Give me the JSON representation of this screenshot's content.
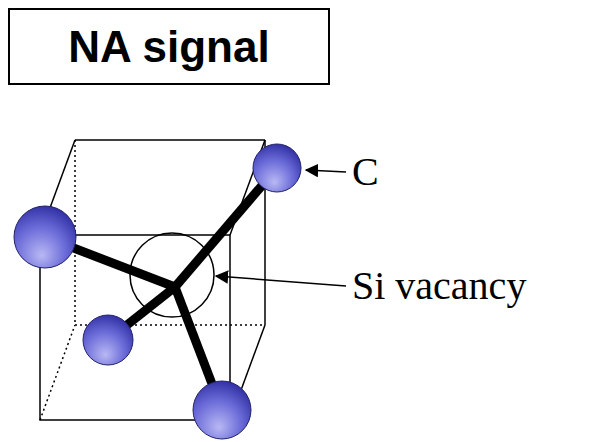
{
  "diagram": {
    "nodes": [
      {
        "text": [
          "NA signal"
        ]
      }
    ],
    "labels": [
      "C",
      "Si vacancy"
    ]
  }
}
